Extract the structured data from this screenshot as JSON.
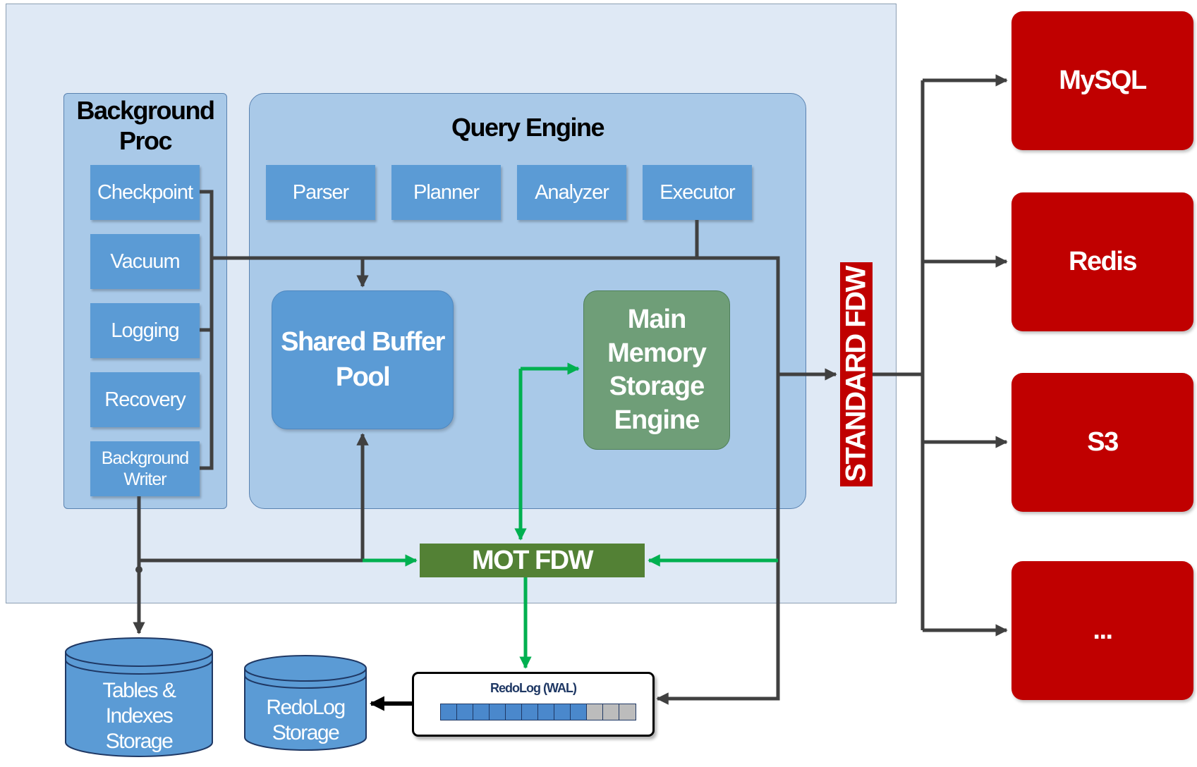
{
  "background_proc": {
    "title": "Background\nProc",
    "items": [
      "Checkpoint",
      "Vacuum",
      "Logging",
      "Recovery",
      "Background\nWriter"
    ]
  },
  "query_engine": {
    "title": "Query Engine",
    "items": [
      "Parser",
      "Planner",
      "Analyzer",
      "Executor"
    ]
  },
  "shared_buffer_pool": "Shared Buffer\nPool",
  "main_memory_engine": "Main\nMemory\nStorage\nEngine",
  "mot_fdw": "MOT FDW",
  "standard_fdw": "STANDARD FDW",
  "external_stores": [
    "MySQL",
    "Redis",
    "S3",
    "..."
  ],
  "redolog_wal": {
    "title": "RedoLog (WAL)",
    "filled_cells": 9,
    "empty_cells": 3
  },
  "storage": {
    "tables": "Tables &\nIndexes\nStorage",
    "redolog": "RedoLog\nStorage"
  },
  "colors": {
    "outer_bg": "#dfe9f5",
    "panel_bg": "#a9c9e8",
    "box_blue": "#5b9bd5",
    "mot_green": "#538135",
    "engine_green": "#6f9e78",
    "flow_green": "#00b050",
    "fdw_red": "#c00000",
    "connector_gray": "#404040"
  }
}
